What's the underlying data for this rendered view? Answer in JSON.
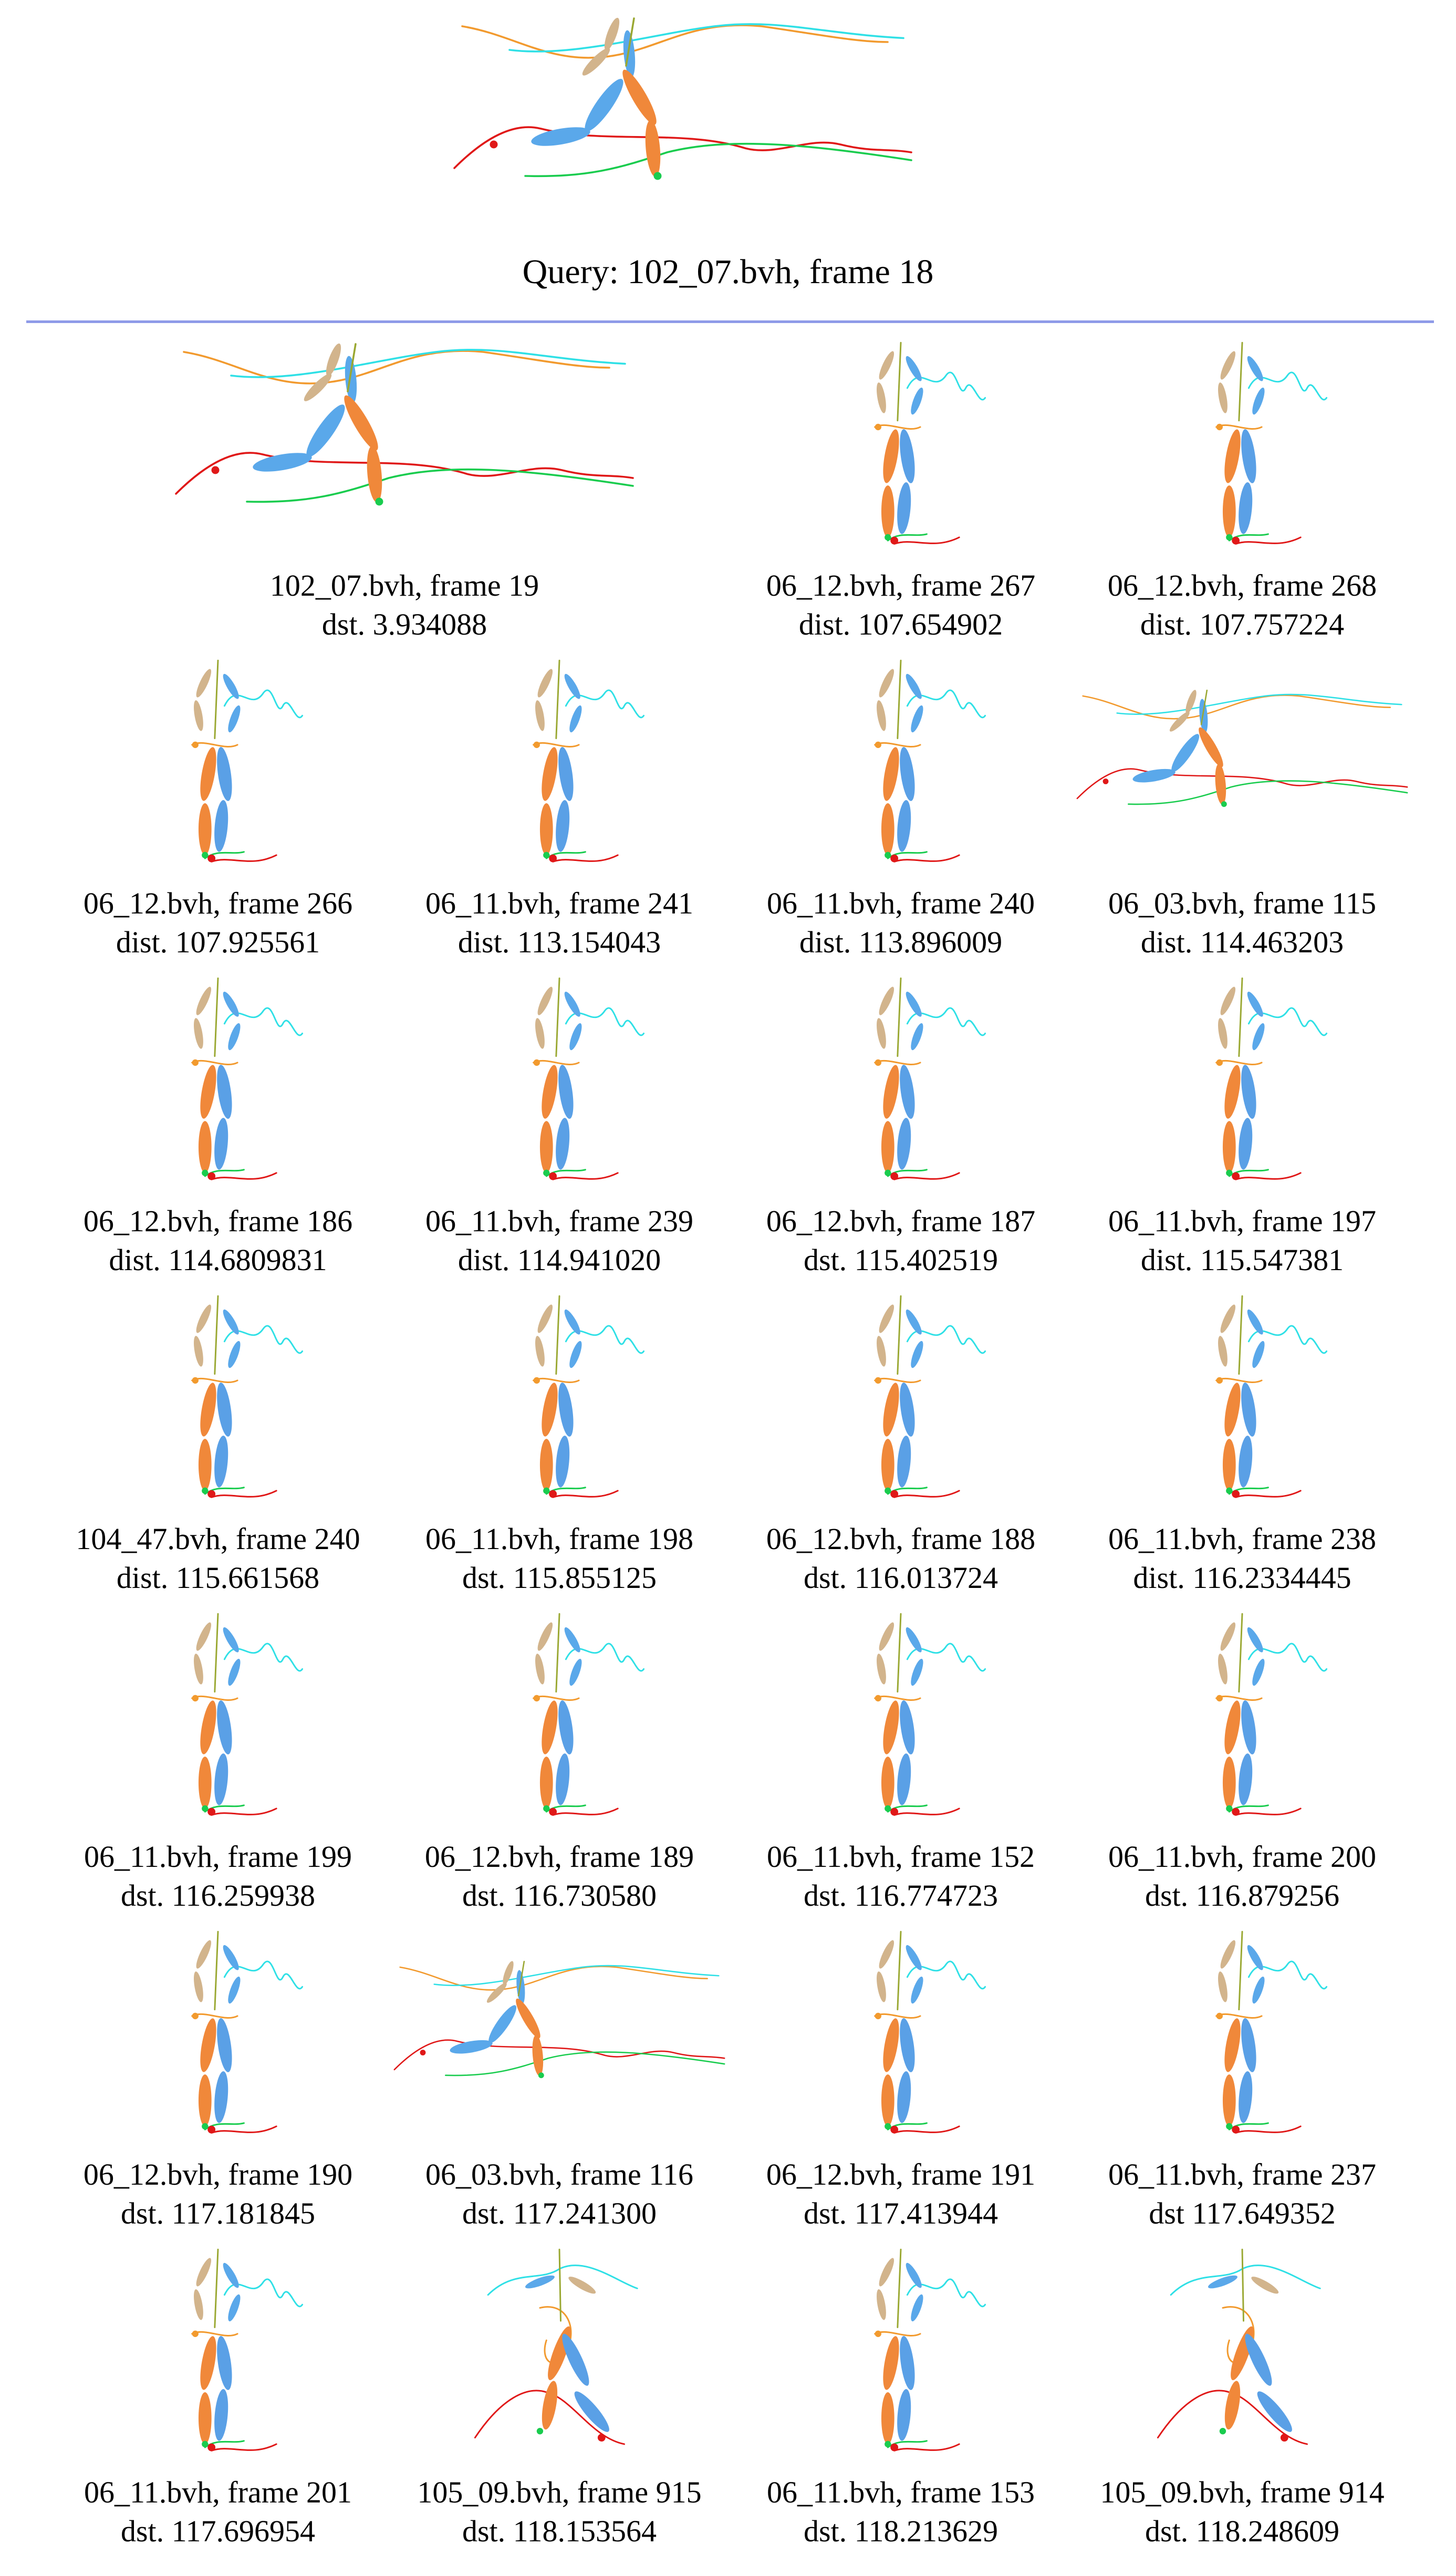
{
  "query": {
    "caption": "Query: 102_07.bvh, frame 18",
    "pose": "wide"
  },
  "colors": {
    "left_arm": "#5aa8ea",
    "right_arm": "#d2b48c",
    "spine": "#9aa832",
    "left_leg": "#f0883a",
    "right_leg": "#5aa0e6",
    "traj_cyan": "#2fe0e6",
    "traj_orange": "#f29a2e",
    "traj_red": "#e01818",
    "traj_green": "#19cc4e",
    "divider": "#8f9be8"
  },
  "results": [
    {
      "file": "102_07.bvh, frame 19",
      "dist": "dst. 3.934088",
      "pose": "wide"
    },
    {
      "file": "06_12.bvh, frame 267",
      "dist": "dist. 107.654902",
      "pose": "stand"
    },
    {
      "file": "06_12.bvh, frame 268",
      "dist": "dist. 107.757224",
      "pose": "stand"
    },
    {
      "file": "06_12.bvh, frame 266",
      "dist": "dist. 107.925561",
      "pose": "stand"
    },
    {
      "file": "06_11.bvh, frame 241",
      "dist": "dist. 113.154043",
      "pose": "stand"
    },
    {
      "file": "06_11.bvh, frame 240",
      "dist": "dist. 113.896009",
      "pose": "stand"
    },
    {
      "file": "06_03.bvh, frame 115",
      "dist": "dist. 114.463203",
      "pose": "wide"
    },
    {
      "file": "06_12.bvh, frame 186",
      "dist": "dist. 114.6809831",
      "pose": "stand"
    },
    {
      "file": "06_11.bvh, frame 239",
      "dist": "dist. 114.941020",
      "pose": "stand"
    },
    {
      "file": "06_12.bvh, frame 187",
      "dist": "dst. 115.402519",
      "pose": "stand"
    },
    {
      "file": "06_11.bvh, frame 197",
      "dist": "dist. 115.547381",
      "pose": "stand"
    },
    {
      "file": "104_47.bvh, frame 240",
      "dist": "dist. 115.661568",
      "pose": "stand"
    },
    {
      "file": "06_11.bvh, frame 198",
      "dist": "dst. 115.855125",
      "pose": "stand"
    },
    {
      "file": "06_12.bvh, frame 188",
      "dist": "dst. 116.013724",
      "pose": "stand"
    },
    {
      "file": "06_11.bvh, frame 238",
      "dist": "dist. 116.2334445",
      "pose": "stand"
    },
    {
      "file": "06_11.bvh, frame 199",
      "dist": "dst. 116.259938",
      "pose": "stand"
    },
    {
      "file": "06_12.bvh, frame 189",
      "dist": "dst. 116.730580",
      "pose": "stand"
    },
    {
      "file": "06_11.bvh, frame 152",
      "dist": "dst. 116.774723",
      "pose": "stand"
    },
    {
      "file": "06_11.bvh, frame 200",
      "dist": "dst. 116.879256",
      "pose": "stand"
    },
    {
      "file": "06_12.bvh, frame 190",
      "dist": "dst. 117.181845",
      "pose": "stand"
    },
    {
      "file": "06_03.bvh, frame 116",
      "dist": "dst. 117.241300",
      "pose": "wide"
    },
    {
      "file": "06_12.bvh, frame 191",
      "dist": "dst. 117.413944",
      "pose": "stand"
    },
    {
      "file": "06_11.bvh, frame 237",
      "dist": "dst 117.649352",
      "pose": "stand"
    },
    {
      "file": "06_11.bvh, frame 201",
      "dist": "dst. 117.696954",
      "pose": "stand"
    },
    {
      "file": "105_09.bvh, frame 915",
      "dist": "dst. 118.153564",
      "pose": "twist"
    },
    {
      "file": "06_11.bvh, frame 153",
      "dist": "dst. 118.213629",
      "pose": "stand"
    },
    {
      "file": "105_09.bvh, frame 914",
      "dist": "dst. 118.248609",
      "pose": "twist"
    }
  ]
}
